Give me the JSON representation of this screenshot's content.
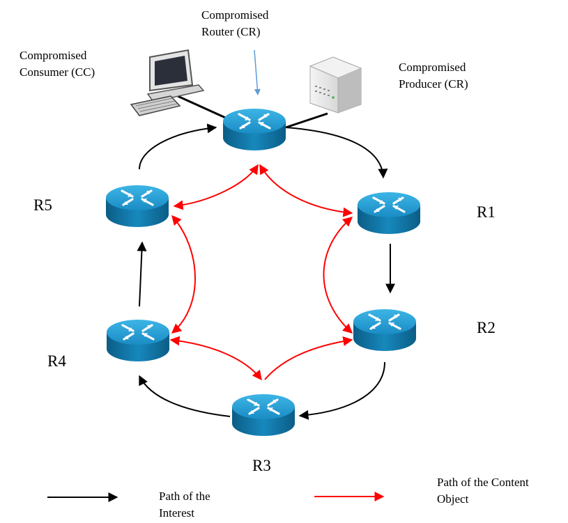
{
  "labels": {
    "compromised_router": [
      "Compromised",
      "Router (CR)"
    ],
    "compromised_consumer": [
      "Compromised",
      "Consumer (CC)"
    ],
    "compromised_producer": [
      "Compromised",
      "Producer (CR)"
    ],
    "r1": "R1",
    "r2": "R2",
    "r3": "R3",
    "r4": "R4",
    "r5": "R5"
  },
  "legend": {
    "interest": [
      "Path of the",
      "Interest"
    ],
    "content": [
      "Path of the Content",
      "Object"
    ]
  },
  "colors": {
    "interest_path": "#000000",
    "content_path": "#ff0000",
    "pointer": "#5b9bd5",
    "router_top": "#1f9bd0",
    "router_side": "#0e6f9c"
  },
  "icons": {
    "router": "router-icon",
    "consumer": "desktop-computer-icon",
    "producer": "server-icon"
  }
}
